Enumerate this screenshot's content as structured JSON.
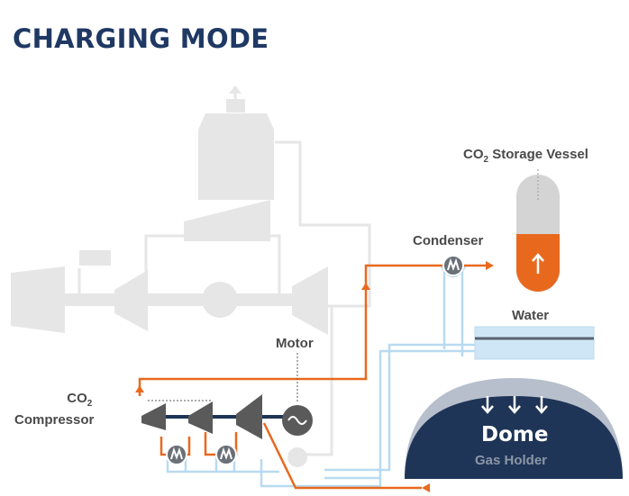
{
  "title": "CHARGING MODE",
  "labels": {
    "storage_prefix": "CO",
    "storage_sub": "2",
    "storage_rest": " Storage Vessel",
    "condenser": "Condenser",
    "water": "Water",
    "motor": "Motor",
    "compressor_prefix": "CO",
    "compressor_sub": "2",
    "compressor_rest": "Compressor",
    "dome": "Dome",
    "gas_holder": "Gas Holder"
  },
  "colors": {
    "title": "#1f3864",
    "co2_flow": "#e8691e",
    "water_flow": "#b8daf0",
    "dome": "#1e3557",
    "dome_outer": "#b8bfcc",
    "inactive": "#e6e6e6",
    "active_machinery": "#5a5a5a"
  },
  "icons": [
    "motor-icon",
    "heat-exchanger-icon",
    "up-arrow-icon",
    "down-arrow-icon"
  ]
}
